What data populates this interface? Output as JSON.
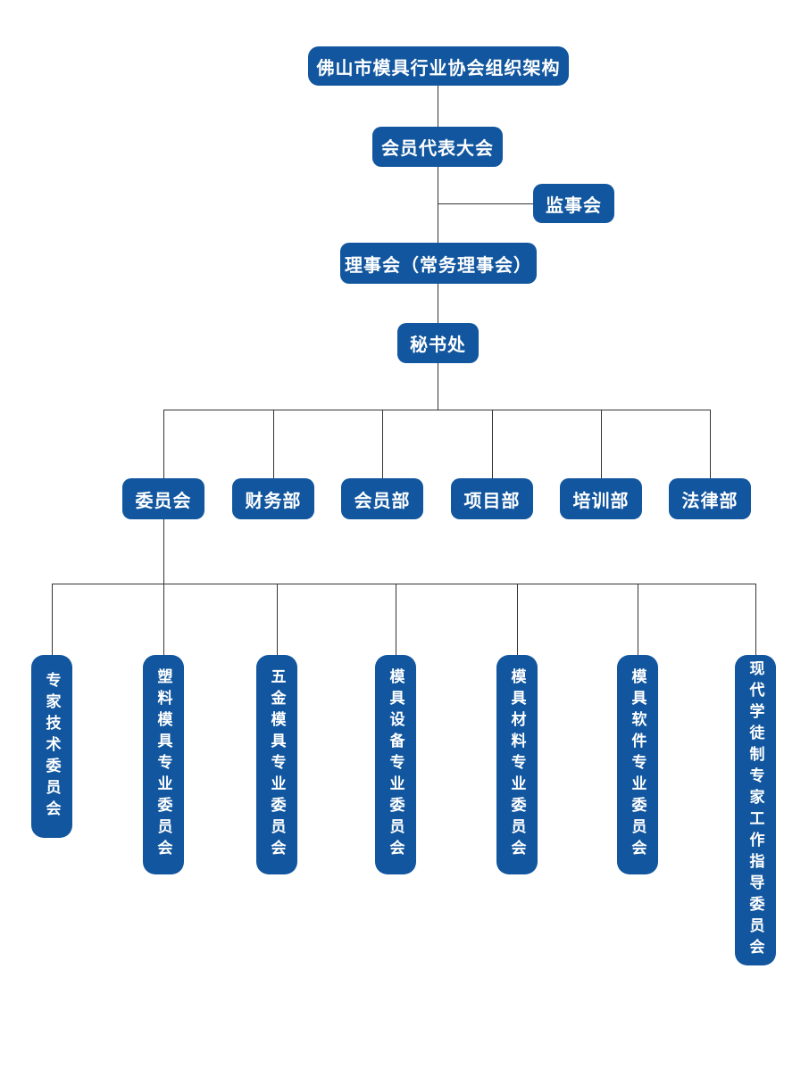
{
  "org": {
    "root": "佛山市模具行业协会组织架构",
    "assembly": "会员代表大会",
    "supervisory": "监事会",
    "council": "理事会（常务理事会）",
    "secretariat": "秘书处",
    "departments": [
      "委员会",
      "财务部",
      "会员部",
      "项目部",
      "培训部",
      "法律部"
    ],
    "committees": [
      "专家技术委员会",
      "塑料模具专业委员会",
      "五金模具专业委员会",
      "模具设备专业委员会",
      "模具材料专业委员会",
      "模具软件专业委员会",
      "现代学徒制专家工作指导委员会"
    ]
  },
  "colors": {
    "box_fill": "#11569E",
    "box_text": "#FFFFFF",
    "connector_line": "#333333",
    "background": "#FFFFFF"
  }
}
